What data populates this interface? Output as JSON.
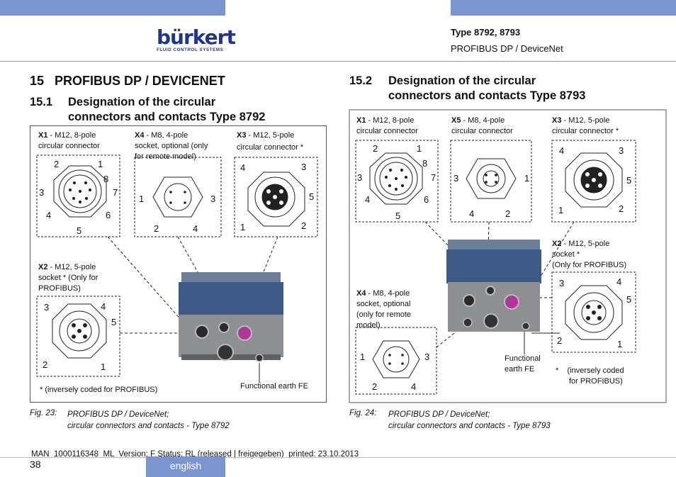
{
  "header": {
    "type_title": "Type 8792, 8793",
    "subtitle": "PROFIBUS DP / DeviceNet",
    "logo_word": "bürkert",
    "logo_sub": "FLUID CONTROL SYSTEMS"
  },
  "left": {
    "section_title": "15   PROFIBUS DP / DEVICENET",
    "subsection_num": "15.1",
    "subsection_title_1": "Designation of the circular",
    "subsection_title_2": "connectors and contacts Type 8792",
    "x1_name": "X1",
    "x1_desc_1": " - M12, 8-pole",
    "x1_desc_2": "circular connector",
    "x4_name": "X4",
    "x4_desc_1": " - M8, 4-pole",
    "x4_desc_2": "socket, optional (only",
    "x4_desc_3": "for remote model)",
    "x3_name": "X3",
    "x3_desc_1": " - M12, 5-pole",
    "x3_desc_2": "circular connector *",
    "x2_name": "X2",
    "x2_desc_1": " - M12, 5-pole",
    "x2_desc_2": "socket * (Only for",
    "x2_desc_3": "PROFIBUS)",
    "note": "* (inversely coded for PROFIBUS)",
    "fe_label": "Functional earth FE",
    "x1_pins": [
      "2",
      "1",
      "8",
      "3",
      "7",
      "4",
      "6",
      "5"
    ],
    "x4_pins": [
      "1",
      "3",
      "2",
      "4"
    ],
    "x3_pins": [
      "4",
      "3",
      "5",
      "1",
      "2"
    ],
    "x2_pins": [
      "3",
      "4",
      "5",
      "2",
      "1"
    ]
  },
  "right": {
    "subsection_num": "15.2",
    "subsection_title_1": "Designation of the circular",
    "subsection_title_2": "connectors and contacts Type 8793",
    "x1_name": "X1",
    "x1_desc_1": " - M12, 8-pole",
    "x1_desc_2": "circular connector",
    "x5_name": "X5",
    "x5_desc_1": " - M8, 4-pole",
    "x5_desc_2": "circular connector",
    "x3_name": "X3",
    "x3_desc_1": " - M12, 5-pole",
    "x3_desc_2": "circular connector *",
    "x2_name": "X2",
    "x2_desc_1": " - M12, 5-pole",
    "x2_desc_2": "socket *",
    "x2_desc_3": "(Only for PROFIBUS)",
    "x4_name": "X4",
    "x4_desc_1": " - M8, 4-pole",
    "x4_desc_2": "socket, optional",
    "x4_desc_3": "(only for remote",
    "x4_desc_4": "model)",
    "fe_label_1": "Functional",
    "fe_label_2": "earth FE",
    "note_1": "*    (inversely coded",
    "note_2": "for PROFIBUS)",
    "x1_pins": [
      "2",
      "1",
      "8",
      "3",
      "7",
      "4",
      "6",
      "5"
    ],
    "x5_pins": [
      "3",
      "1",
      "4",
      "2"
    ],
    "x3_pins": [
      "4",
      "3",
      "5",
      "1",
      "2"
    ],
    "x2_pins": [
      "3",
      "4",
      "5",
      "2",
      "1"
    ],
    "x4_pins": [
      "1",
      "3",
      "2",
      "4"
    ]
  },
  "captions": {
    "fig23_num": "Fig. 23:",
    "fig23_line1": "PROFIBUS DP / DeviceNet;",
    "fig23_line2": "circular connectors and contacts - Type 8792",
    "fig24_num": "Fig. 24:",
    "fig24_line1": "PROFIBUS DP / DeviceNet;",
    "fig24_line2": "circular connectors and contacts - Type 8793"
  },
  "footer": {
    "doc_line": "MAN  1000116348  ML  Version: F Status: RL (released | freigegeben)  printed: 23.10.2013",
    "page": "38",
    "language": "english"
  },
  "colors": {
    "accent": "#7b96cf",
    "brand": "#20368a",
    "housing_blue": "#3d5a86",
    "purple_connector": "#b0359a"
  }
}
